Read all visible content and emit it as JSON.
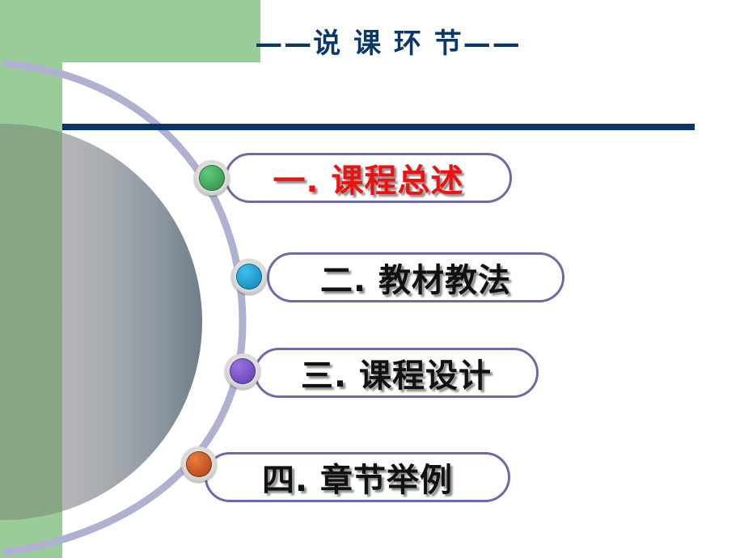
{
  "slide": {
    "title": "——说 课 环 节——",
    "items": [
      {
        "label": "一. 课程总述",
        "active": true,
        "bullet_color": "#3aa55a",
        "bullet_icon": "green-circle-icon"
      },
      {
        "label": "二. 教材教法",
        "active": false,
        "bullet_color": "#1aa3d4",
        "bullet_icon": "blue-circle-icon"
      },
      {
        "label": "三. 课程设计",
        "active": false,
        "bullet_color": "#7a52cc",
        "bullet_icon": "purple-circle-icon"
      },
      {
        "label": "四. 章节举例",
        "active": false,
        "bullet_color": "#d4541e",
        "bullet_icon": "orange-circle-icon"
      }
    ]
  },
  "colors": {
    "accent_green": "#99cc99",
    "title_navy": "#0b3869",
    "rule_navy": "#0b3466",
    "arc_lavender": "#b0b0d0",
    "pill_border": "#6a6ca3",
    "active_text": "#ee1111"
  }
}
